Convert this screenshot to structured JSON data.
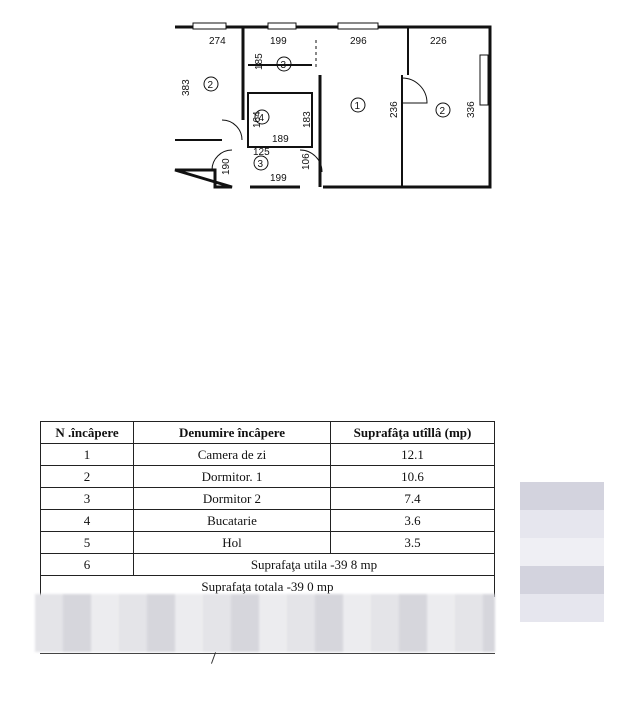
{
  "plan": {
    "dims": {
      "d274": "274",
      "d199a": "199",
      "d296": "296",
      "d226": "226",
      "d383": "383",
      "d185": "185",
      "d164": "164",
      "d189": "189",
      "d183": "183",
      "d236": "236",
      "d336": "336",
      "d125": "125",
      "d190": "190",
      "d106": "106",
      "d199b": "199"
    },
    "rooms": {
      "r1": "1",
      "r2a": "2",
      "r2b": "2",
      "r3a": "3",
      "r3b": "3",
      "r4": "4"
    }
  },
  "table": {
    "headers": [
      "N .încâpere",
      "Denumire încâpere",
      "Suprafâţa utîllâ (mp)"
    ],
    "rows": [
      {
        "num": "1",
        "name": "Camera de zi",
        "area": "12.1"
      },
      {
        "num": "2",
        "name": "Dormitor. 1",
        "area": "10.6"
      },
      {
        "num": "3",
        "name": "Dormitor 2",
        "area": "7.4"
      },
      {
        "num": "4",
        "name": "Bucatarie",
        "area": "3.6"
      },
      {
        "num": "5",
        "name": "Hol",
        "area": "3.5"
      }
    ],
    "row6": {
      "num": "6",
      "text": "Suprafaţa utila -39 8 mp"
    },
    "total": "Suprafaţa totala -39 0 mp"
  }
}
